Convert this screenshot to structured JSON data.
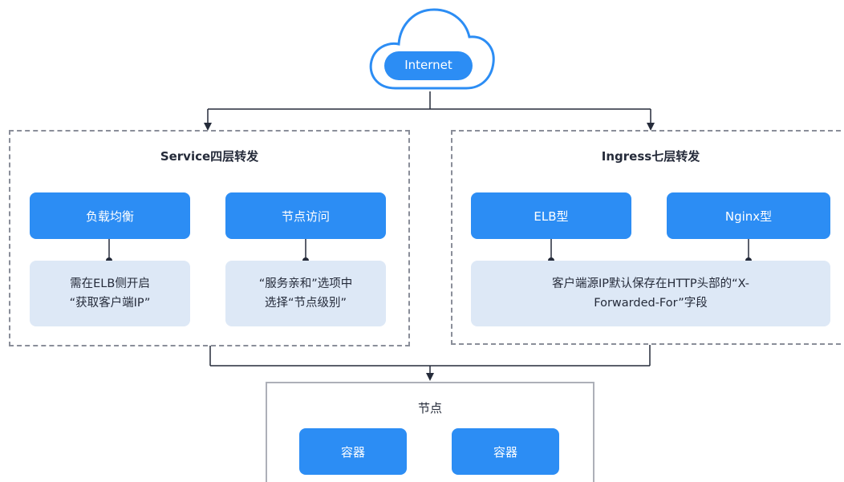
{
  "internet": {
    "label": "Internet"
  },
  "service_panel": {
    "title": "Service四层转发",
    "load_balance": {
      "label": "负载均衡",
      "note_lines": [
        "需在ELB侧开启",
        "“获取客户端IP”"
      ]
    },
    "node_access": {
      "label": "节点访问",
      "note_lines": [
        "“服务亲和”选项中",
        "选择“节点级别”"
      ]
    }
  },
  "ingress_panel": {
    "title": "Ingress七层转发",
    "elb": {
      "label": "ELB型"
    },
    "nginx": {
      "label": "Nginx型"
    },
    "note_lines": [
      "客户端源IP默认保存在HTTP头部的“X-",
      "Forwarded-For”字段"
    ]
  },
  "node": {
    "title": "节点",
    "containers": [
      {
        "label": "容器"
      },
      {
        "label": "容器"
      }
    ]
  },
  "colors": {
    "primary": "#2c8df4",
    "note_bg": "#dde8f6",
    "dash_border": "#8a8e99",
    "connector": "#252b3a"
  }
}
